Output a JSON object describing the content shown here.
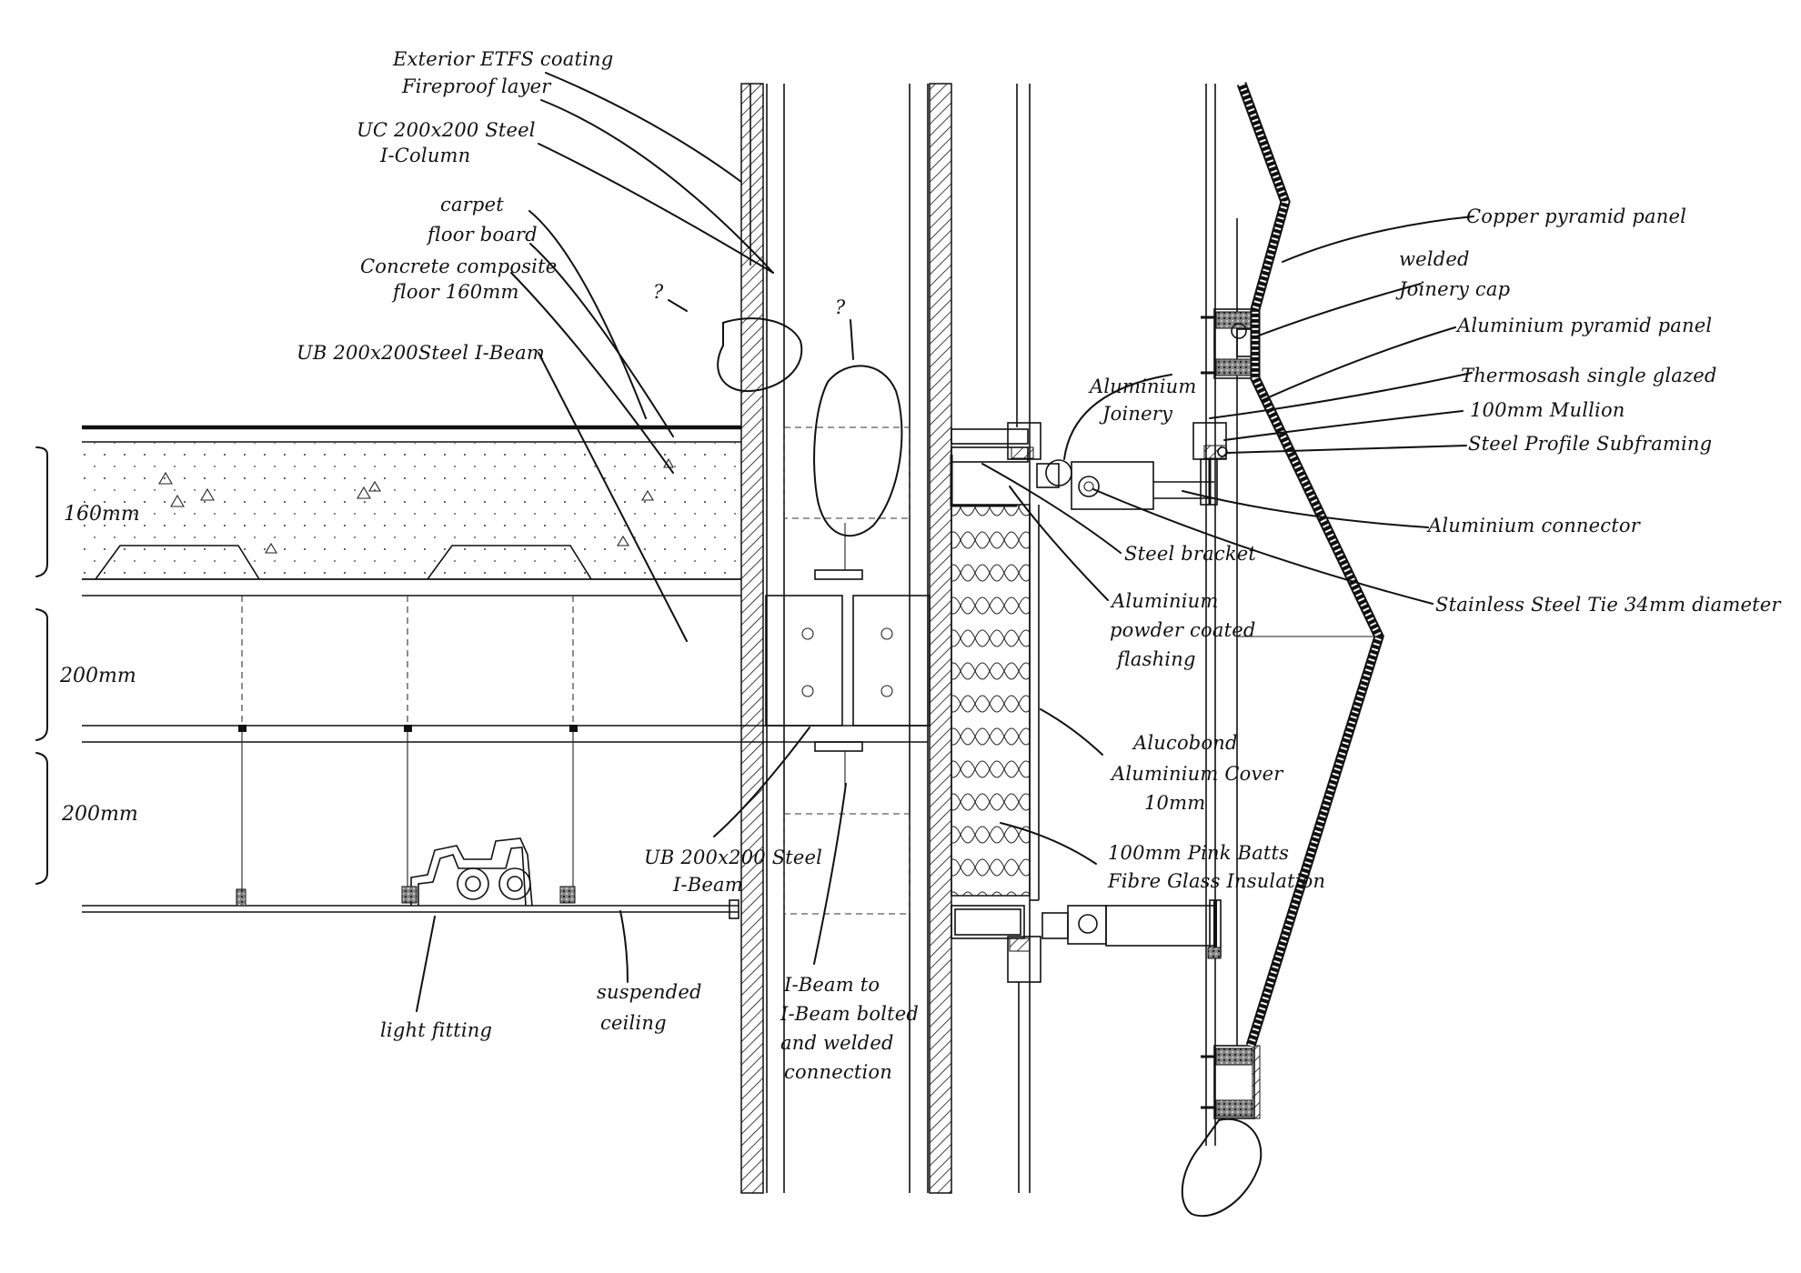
{
  "labels": {
    "exterior": [
      "Exterior ETFS coating",
      "Fireproof layer"
    ],
    "column": [
      "UC 200x200 Steel",
      "I-Column"
    ],
    "floor": [
      "carpet",
      "floor board",
      "Concrete composite",
      "floor 160mm"
    ],
    "ubBeamTop": "UB 200x200Steel I-Beam",
    "dim160": "160mm",
    "dim200a": "200mm",
    "dim200b": "200mm",
    "ubBeamBottom": [
      "UB 200x200 Steel",
      "I-Beam"
    ],
    "lightFitting": "light fitting",
    "suspendedCeiling": [
      "suspended",
      "ceiling"
    ],
    "iBeamConnection": [
      "I-Beam to",
      "I-Beam bolted",
      "and welded",
      "connection"
    ],
    "copperPanel": "Copper pyramid panel",
    "weldedCap": [
      "welded",
      "Joinery cap"
    ],
    "aluminiumPanel": "Aluminium pyramid panel",
    "thermosash": "Thermosash single glazed",
    "mullion": "100mm Mullion",
    "steelProfile": "Steel Profile Subframing",
    "aluminiumJoinery": [
      "Aluminium",
      "Joinery"
    ],
    "aluminiumConnector": "Aluminium connector",
    "steelBracket": "Steel bracket",
    "powderFlashing": [
      "Aluminium",
      "powder coated",
      "flashing"
    ],
    "stainlessTie": "Stainless Steel Tie 34mm diameter",
    "alucobond": [
      "Alucobond",
      "Aluminium Cover",
      "10mm"
    ],
    "insulation": [
      "100mm Pink Batts",
      "Fibre Glass Insulation"
    ],
    "question1": "?",
    "question2": "?"
  }
}
